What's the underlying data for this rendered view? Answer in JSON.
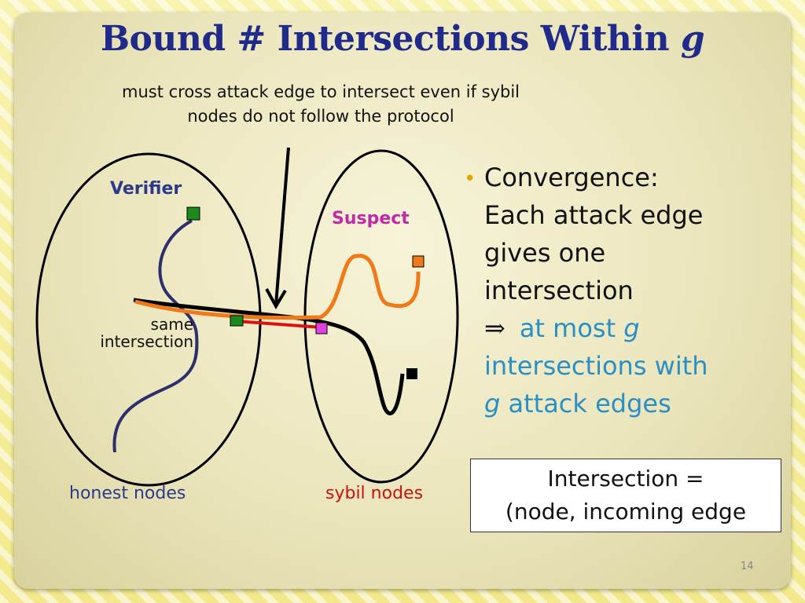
{
  "slide": {
    "title_main": "Bound # Intersections Within ",
    "title_var": "g",
    "page_number": "14"
  },
  "note": {
    "line1": "must cross attack edge to intersect even if sybil",
    "line2": "nodes do not follow the protocol"
  },
  "diagram": {
    "verifier_label": "Verifier",
    "suspect_label": "Suspect",
    "same_line1": "same",
    "same_line2": "intersection",
    "honest_label": "honest nodes",
    "sybil_label": "sybil nodes",
    "colors": {
      "honest_route": "#2b2f6e",
      "verifier_route": "#f07a1a",
      "suspect_route": "#000000",
      "attack_edge": "#e01010",
      "verifier_node": "#1a8a1a",
      "suspect_node": "#e040e0",
      "orange_node": "#f07a1a"
    }
  },
  "bullet": {
    "line1": "Convergence:",
    "line2": "Each attack edge",
    "line3": "gives one",
    "line4": "intersection",
    "implies": "⇒",
    "result1": "at most ",
    "result_var1": "g",
    "result2": "intersections with",
    "result_var2": "g",
    "result3": " attack edges"
  },
  "definition": {
    "line1": "Intersection =",
    "line2": "(node, incoming edge"
  }
}
